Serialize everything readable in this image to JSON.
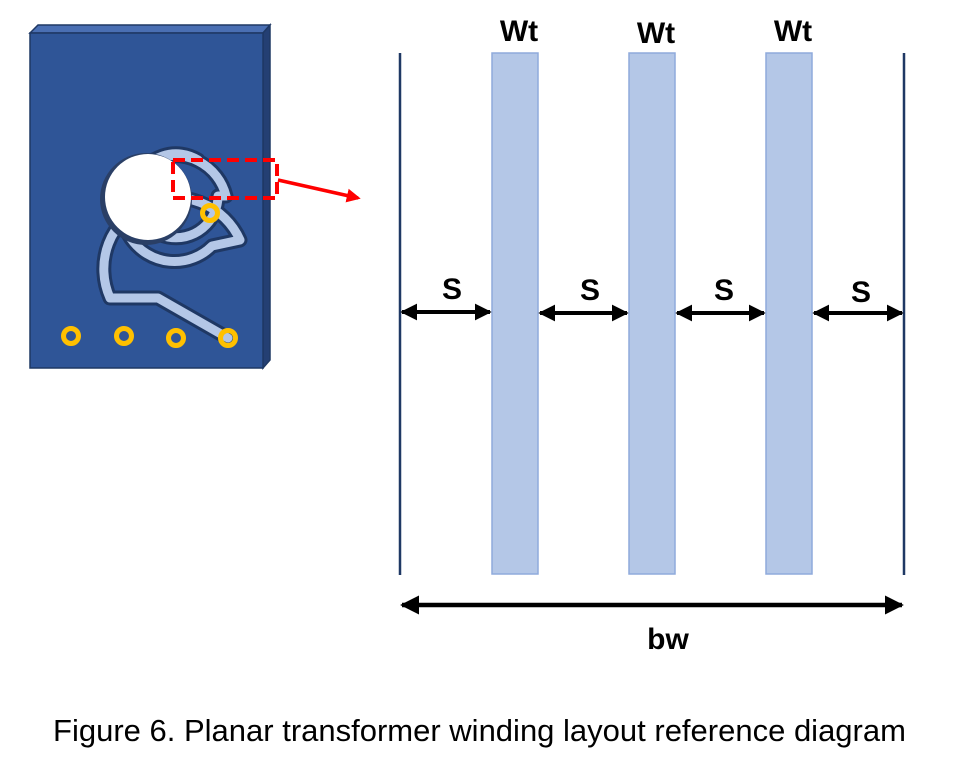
{
  "colors": {
    "board": "#2f5597",
    "board_edge": "#1f3864",
    "trace": "#b4c7e7",
    "pad": "#ffc000",
    "highlight": "#ff0000",
    "conductor_fill": "#b4c7e7",
    "conductor_edge": "#8faadc",
    "core_wall": "#1f3864",
    "arrow": "#000000"
  },
  "icons": {
    "pcb": "pcb-planar-coil-icon",
    "zoom": "zoom-arrow-icon"
  },
  "labels": {
    "conductor_width": [
      "Wt",
      "Wt",
      "Wt"
    ],
    "spacing": [
      "S",
      "S",
      "S",
      "S"
    ],
    "window_width": "bw"
  },
  "caption": "Figure 6. Planar transformer winding layout reference diagram"
}
